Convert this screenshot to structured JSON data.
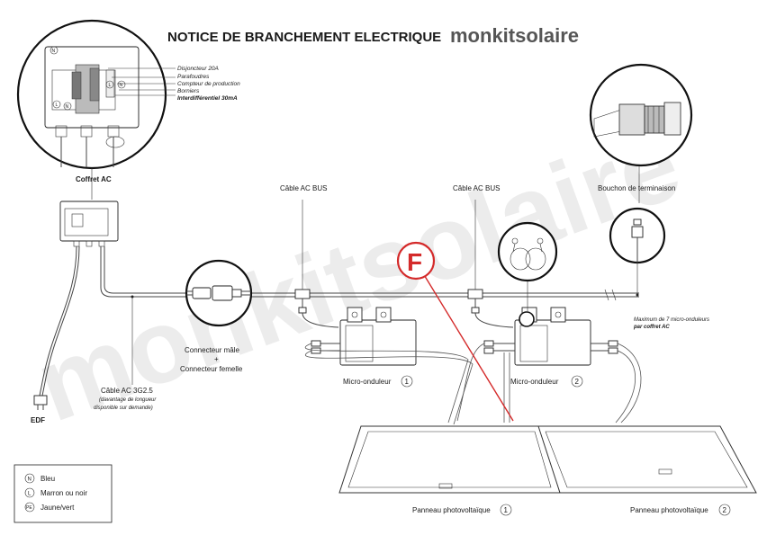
{
  "header": {
    "title": "NOTICE DE BRANCHEMENT ELECTRIQUE",
    "brand": "monkitsolaire"
  },
  "watermark": "monkitsolaire",
  "coffret_callouts": [
    {
      "text": "Disjoncteur 20A",
      "bold": false
    },
    {
      "text": "Parafoudres",
      "bold": false
    },
    {
      "text": "Compteur de production",
      "bold": false
    },
    {
      "text": "Borniers",
      "bold": false
    },
    {
      "text": "Interdifférentiel 30mA",
      "bold": true
    }
  ],
  "coffret_terminals": [
    "N",
    "L",
    "N",
    "L",
    "N"
  ],
  "labels": {
    "coffret_ac": "Coffret AC",
    "cable_ac_bus_1": "Câble AC BUS",
    "cable_ac_bus_2": "Câble AC BUS",
    "bouchon": "Bouchon de terminaison",
    "connecteur_male": "Connecteur mâle",
    "plus": "+",
    "connecteur_femelle": "Connecteur femelle",
    "cable_3g": "Câble AC 3G2.5",
    "cable_3g_note_1": "(davantage de longueur",
    "cable_3g_note_2": "disponible sur demande)",
    "edf": "EDF",
    "micro_1": "Micro-onduleur",
    "micro_1_num": "1",
    "micro_2": "Micro-onduleur",
    "micro_2_num": "2",
    "max_note_1": "Maximum de 7 micro-onduleurs",
    "max_note_2": "par coffret AC",
    "panneau_1": "Panneau photovoltaïque",
    "panneau_1_num": "1",
    "panneau_2": "Panneau photovoltaïque",
    "panneau_2_num": "2",
    "f_marker": "F"
  },
  "legend": [
    {
      "symbol": "N",
      "text": "Bleu"
    },
    {
      "symbol": "L",
      "text": "Marron ou noir"
    },
    {
      "symbol": "PE",
      "text": "Jaune/vert"
    }
  ],
  "colors": {
    "line": "#1a1a1a",
    "marker": "#d42a2a",
    "brand": "#555555",
    "watermark": "#e9e9e9"
  },
  "icons": {
    "male_female_connector": "connector-pair-icon",
    "terminator": "terminator-cap-icon"
  }
}
